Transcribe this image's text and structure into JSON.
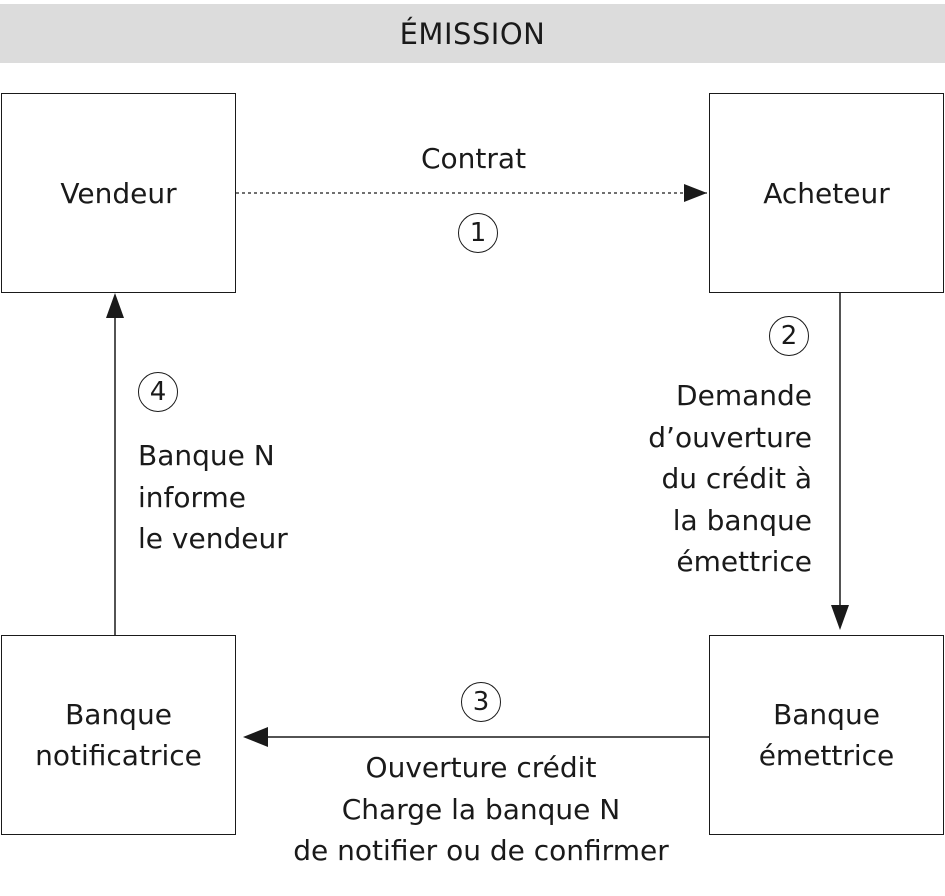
{
  "title": "ÉMISSION",
  "nodes": {
    "vendeur": [
      "Vendeur"
    ],
    "acheteur": [
      "Acheteur"
    ],
    "banque_notificatrice": [
      "Banque",
      "notificatrice"
    ],
    "banque_emettrice": [
      "Banque",
      "émettrice"
    ]
  },
  "steps": [
    {
      "number": "1",
      "lines": [
        "Contrat"
      ]
    },
    {
      "number": "2",
      "lines": [
        "Demande",
        "d’ouverture",
        "du crédit à",
        "la banque",
        "émettrice"
      ]
    },
    {
      "number": "3",
      "lines": [
        "Ouverture crédit",
        "Charge la banque N",
        "de notifier ou de confirmer"
      ]
    },
    {
      "number": "4",
      "lines": [
        "Banque N",
        "informe",
        "le vendeur"
      ]
    }
  ]
}
